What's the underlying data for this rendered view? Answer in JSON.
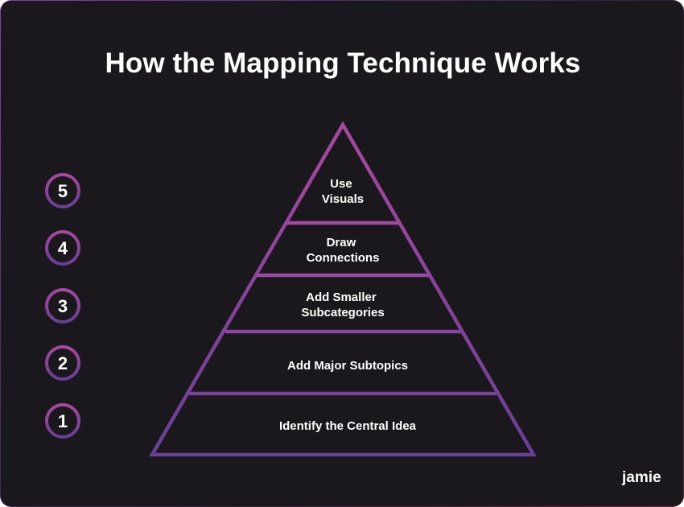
{
  "title": "How the Mapping Technique Works",
  "brand": "jamie",
  "colors": {
    "background": "#1a181c",
    "accent_top": "#a04aa6",
    "accent_bottom": "#6a3f96",
    "text": "#ffffff"
  },
  "levels": [
    {
      "number": "5",
      "lines": [
        "Use",
        "Visuals"
      ]
    },
    {
      "number": "4",
      "lines": [
        "Draw",
        "Connections"
      ]
    },
    {
      "number": "3",
      "lines": [
        "Add Smaller",
        "Subcategories"
      ]
    },
    {
      "number": "2",
      "lines": [
        "Add Major Subtopics"
      ]
    },
    {
      "number": "1",
      "lines": [
        "Identify the Central Idea"
      ]
    }
  ]
}
